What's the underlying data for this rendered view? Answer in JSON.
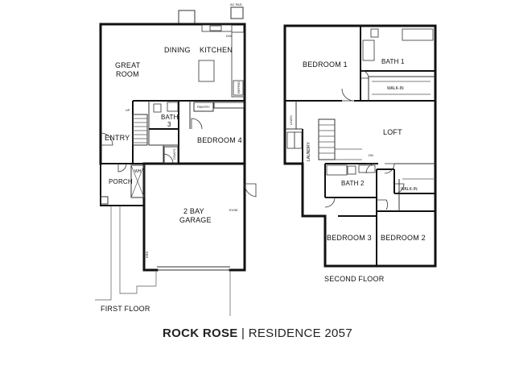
{
  "title": {
    "name": "ROCK ROSE",
    "separator": "|",
    "residence": "RESIDENCE 2057"
  },
  "first_floor": {
    "label": "FIRST FLOOR",
    "rooms": {
      "great_room": [
        "GREAT",
        "ROOM"
      ],
      "dining": "DINING",
      "kitchen": "KITCHEN",
      "bath3": [
        "BATH",
        "3"
      ],
      "entry": "ENTRY",
      "bedroom4": "BEDROOM 4",
      "porch": "PORCH",
      "garage": [
        "2 BAY",
        "GARAGE"
      ]
    },
    "small": {
      "ac_pad": "AC PAD",
      "dw": "D/W",
      "up": "UP",
      "wh": "WH",
      "evse": "EVSE",
      "ers": "ERS",
      "coats": "COATS",
      "pantry": "PANTRY",
      "refrig": "REFRIG"
    }
  },
  "second_floor": {
    "label": "SECOND FLOOR",
    "rooms": {
      "bedroom1": "BEDROOM 1",
      "bath1": "BATH 1",
      "walkin1": "WALK-IN",
      "loft": "LOFT",
      "laundry": "LAUNDRY",
      "linen": "LINEN",
      "bath2": "BATH 2",
      "walkin2": "WALK-IN",
      "bedroom3": "BEDROOM 3",
      "bedroom2": "BEDROOM 2"
    },
    "small": {
      "dn": "DN"
    }
  }
}
